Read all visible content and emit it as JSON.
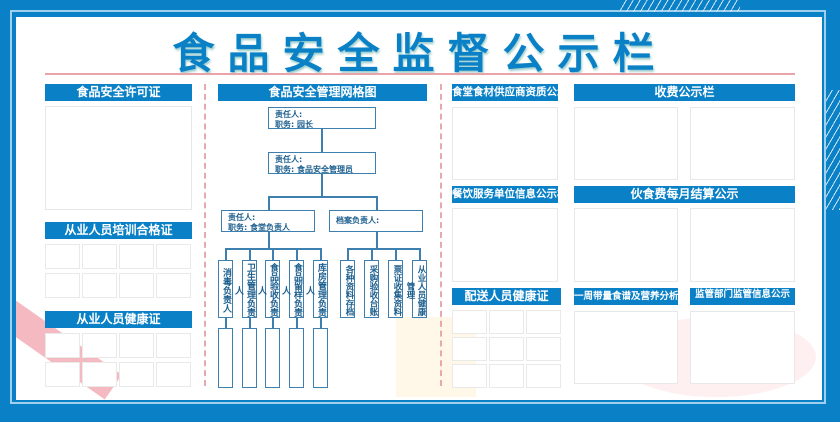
{
  "title": "食品安全监督公示栏",
  "colors": {
    "primary": "#0a80c6",
    "accent_pink": "#e9a3a9"
  },
  "left": {
    "license": "食品安全许可证",
    "training": "从业人员培训合格证",
    "health": "从业人员健康证"
  },
  "middle": {
    "header": "食品安全管理网格图",
    "box1": [
      "责任人:",
      "职务: 园长"
    ],
    "box2": [
      "责任人:",
      "职务: 食品安全管理员"
    ],
    "box3": [
      "责任人:",
      "职务: 食堂负责人"
    ],
    "box4": "档案负责人:",
    "roles_left": [
      "消毒负责人",
      "卫生管理负责人",
      "食品验收负责人",
      "食品留样负责人",
      "库房管理负责人"
    ],
    "roles_right": [
      "各种资料存档",
      "采购验收台账",
      "票证收集资料",
      "从业人员健康管理"
    ]
  },
  "right": {
    "supplier": "食堂食材供应商资质公示栏",
    "fees": "收费公示栏",
    "catering": "餐饮服务单位信息公示栏",
    "monthly": "伙食费每月结算公示",
    "delivery": "配送人员健康证",
    "menu": "一周带量食谱及营养分析表",
    "supervision": "监管部门监管信息公示"
  }
}
